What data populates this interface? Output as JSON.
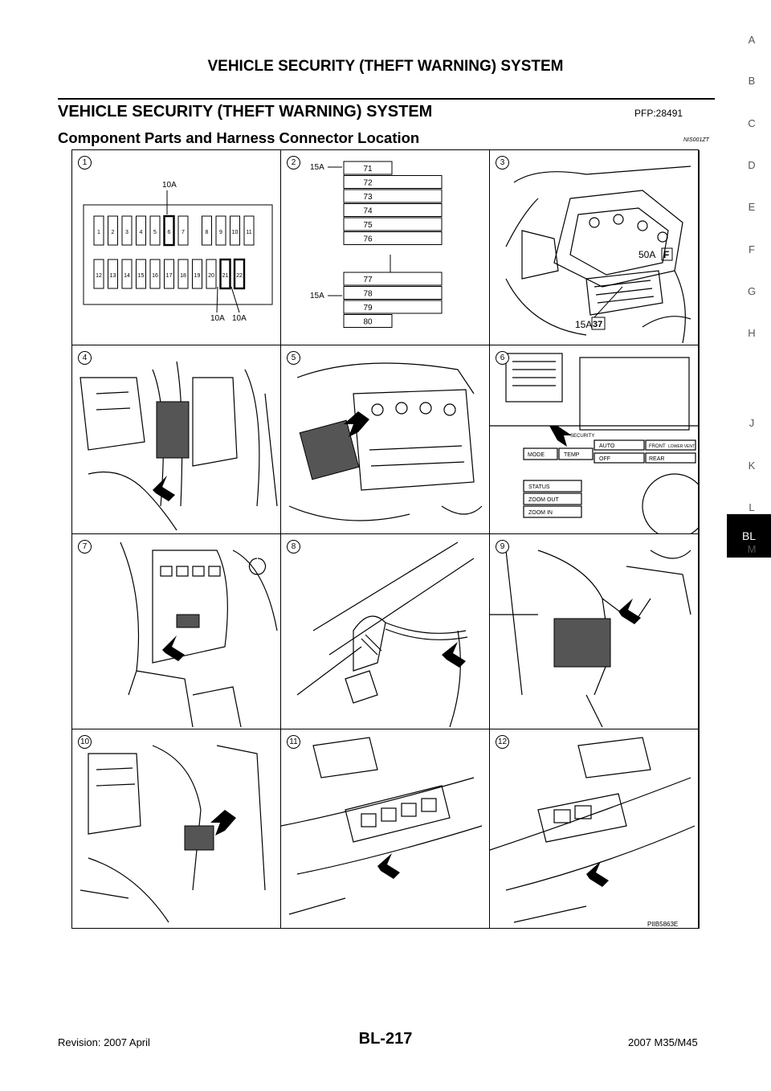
{
  "header": {
    "title": "VEHICLE SECURITY (THEFT WARNING) SYSTEM"
  },
  "section": {
    "title": "VEHICLE SECURITY (THEFT WARNING) SYSTEM",
    "code": "PFP:28491"
  },
  "subsection": {
    "title": "Component Parts and Harness Connector Location",
    "code": "NIS001ZT"
  },
  "side_tabs": [
    "A",
    "B",
    "C",
    "D",
    "E",
    "F",
    "G",
    "H",
    "BL",
    "J",
    "K",
    "L",
    "M"
  ],
  "active_tab": "BL",
  "figure": {
    "id": "PIIB5863E",
    "panels": [
      {
        "num": "1"
      },
      {
        "num": "2"
      },
      {
        "num": "3"
      },
      {
        "num": "4"
      },
      {
        "num": "5"
      },
      {
        "num": "6"
      },
      {
        "num": "7"
      },
      {
        "num": "8"
      },
      {
        "num": "9"
      },
      {
        "num": "10"
      },
      {
        "num": "11"
      },
      {
        "num": "12"
      }
    ],
    "panel1": {
      "fuse_top": [
        "1",
        "2",
        "3",
        "4",
        "5",
        "6",
        "7",
        "8",
        "9",
        "10",
        "11"
      ],
      "fuse_bottom": [
        "12",
        "13",
        "14",
        "15",
        "16",
        "17",
        "18",
        "19",
        "20",
        "21",
        "22"
      ],
      "label_top": "10A",
      "label_bottom_a": "10A",
      "label_bottom_b": "10A"
    },
    "panel2": {
      "fuses": [
        "71",
        "72",
        "73",
        "74",
        "75",
        "76",
        "77",
        "78",
        "79",
        "80"
      ],
      "label_a": "15A",
      "label_b": "15A"
    },
    "panel3": {
      "label_50a": "50A",
      "box_f": "F",
      "label_15a": "15A",
      "box_37": "37"
    },
    "panel6": {
      "security": "SECURITY",
      "buttons": [
        "MODE",
        "TEMP",
        "AUTO",
        "FRONT",
        "LOWER VENT",
        "OFF",
        "REAR",
        "STATUS",
        "ZOOM OUT",
        "ZOOM IN"
      ]
    }
  },
  "footer": {
    "page": "BL-217",
    "revision": "Revision: 2007 April",
    "model": "2007 M35/M45"
  }
}
